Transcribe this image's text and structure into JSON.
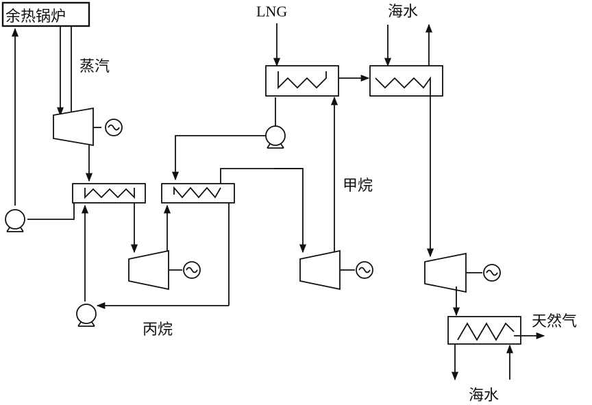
{
  "labels": {
    "boiler": "余热锅炉",
    "steam": "蒸汽",
    "lng": "LNG",
    "seawater_top": "海水",
    "methane": "甲烷",
    "propane": "丙烷",
    "natural_gas": "天然气",
    "seawater_bottom": "海水"
  },
  "colors": {
    "line": "#111111",
    "background": "#ffffff"
  },
  "icons": {
    "generator": "generator-icon",
    "pump": "pump-icon",
    "turbine": "turbine-icon",
    "heat_exchanger": "heat-exchanger-icon"
  }
}
